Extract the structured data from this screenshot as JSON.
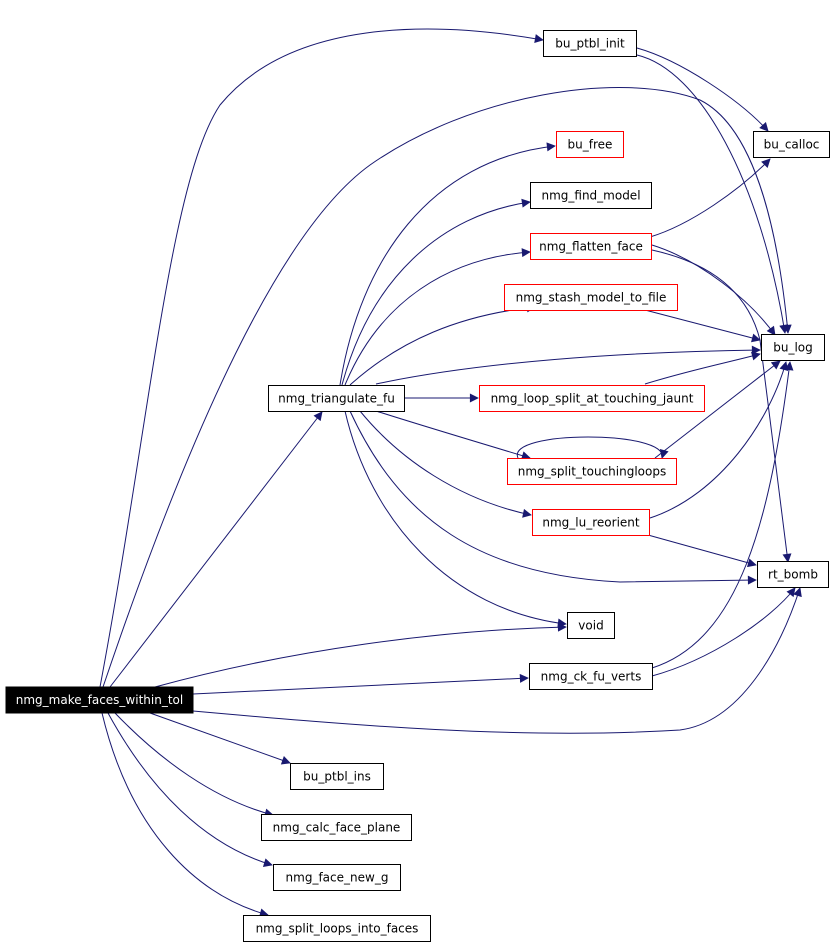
{
  "diagram": {
    "nodes": {
      "make_faces": {
        "label": "nmg_make_faces_within_tol",
        "kind": "root"
      },
      "ptbl_init": {
        "label": "bu_ptbl_init",
        "kind": "plain"
      },
      "calloc": {
        "label": "bu_calloc",
        "kind": "plain"
      },
      "free": {
        "label": "bu_free",
        "kind": "linked"
      },
      "find_model": {
        "label": "nmg_find_model",
        "kind": "plain"
      },
      "flatten_face": {
        "label": "nmg_flatten_face",
        "kind": "linked"
      },
      "stash_model": {
        "label": "nmg_stash_model_to_file",
        "kind": "linked"
      },
      "bu_log": {
        "label": "bu_log",
        "kind": "plain"
      },
      "triangulate_fu": {
        "label": "nmg_triangulate_fu",
        "kind": "plain"
      },
      "loop_split": {
        "label": "nmg_loop_split_at_touching_jaunt",
        "kind": "linked"
      },
      "split_touching": {
        "label": "nmg_split_touchingloops",
        "kind": "linked"
      },
      "lu_reorient": {
        "label": "nmg_lu_reorient",
        "kind": "linked"
      },
      "rt_bomb": {
        "label": "rt_bomb",
        "kind": "plain"
      },
      "void": {
        "label": "void",
        "kind": "plain"
      },
      "ck_fu_verts": {
        "label": "nmg_ck_fu_verts",
        "kind": "plain"
      },
      "ptbl_ins": {
        "label": "bu_ptbl_ins",
        "kind": "plain"
      },
      "calc_face_plane": {
        "label": "nmg_calc_face_plane",
        "kind": "plain"
      },
      "face_new_g": {
        "label": "nmg_face_new_g",
        "kind": "plain"
      },
      "split_loops": {
        "label": "nmg_split_loops_into_faces",
        "kind": "plain"
      }
    },
    "colors": {
      "edge": "#191970",
      "plain_border": "#000000",
      "linked_border": "#ff0000",
      "root_fill": "#000000",
      "root_text": "#ffffff"
    }
  }
}
